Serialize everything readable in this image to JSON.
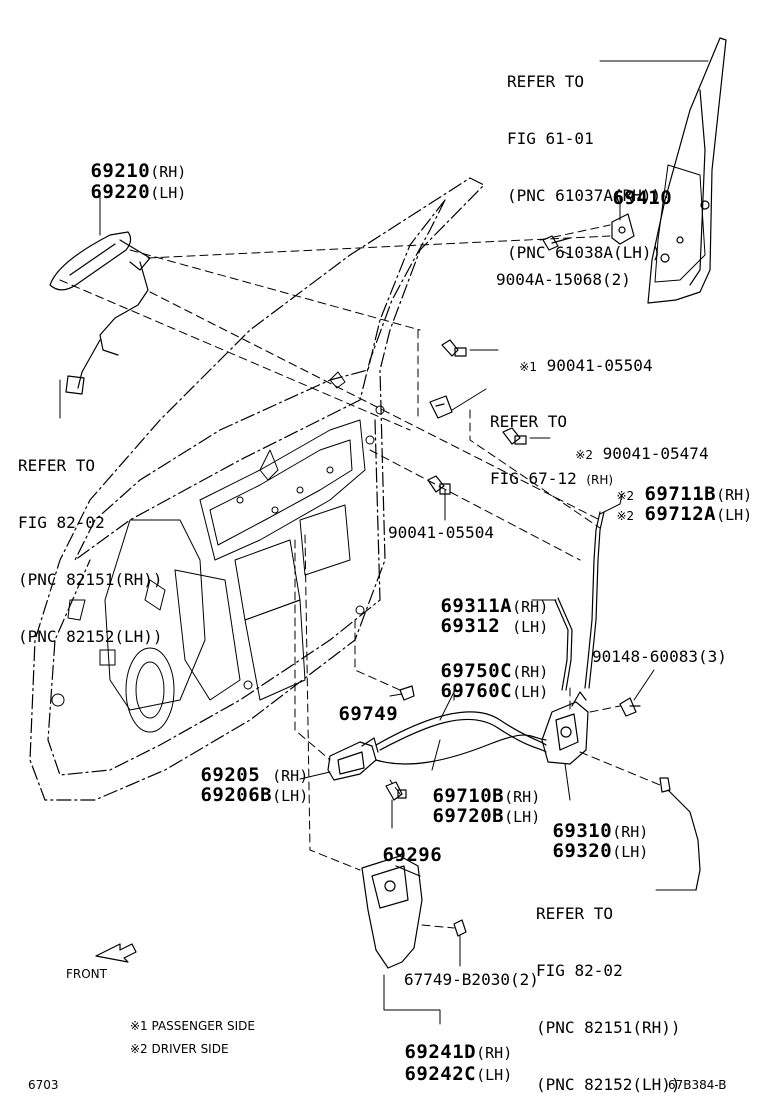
{
  "refs": {
    "window_frame": [
      "REFER TO",
      "FIG 61-01",
      "(PNC 61037A(RH))",
      "(PNC 61038A(LH))"
    ],
    "wire_left": [
      "REFER TO",
      "FIG 82-02",
      "(PNC 82151(RH))",
      "(PNC 82152(LH))"
    ],
    "fig_67": [
      "REFER TO",
      "FIG 67-12"
    ],
    "fig_67_suffix": "(RH)",
    "wire_right": [
      "REFER TO",
      "FIG 82-02",
      "(PNC 82151(RH))",
      "(PNC 82152(LH))"
    ]
  },
  "parts": {
    "p69210": {
      "num": "69210",
      "suf": "(RH)"
    },
    "p69220": {
      "num": "69220",
      "suf": "(LH)"
    },
    "p69410": {
      "num": "69410"
    },
    "p9004a": "9004A-15068(2)",
    "p90041_a": {
      "mark": "※1",
      "num": "90041-05504"
    },
    "p90041_b": {
      "mark": "※2",
      "num": "90041-05474"
    },
    "p90041_c": "90041-05504",
    "p69711b": {
      "mark": "※2",
      "num": "69711B",
      "suf": "(RH)"
    },
    "p69712a": {
      "mark": "※2",
      "num": "69712A",
      "suf": "(LH)"
    },
    "p69311a": {
      "num": "69311A",
      "suf": "(RH)"
    },
    "p69312": {
      "num": "69312 ",
      "suf": "(LH)"
    },
    "p90148": "90148-60083(3)",
    "p69750c": {
      "num": "69750C",
      "suf": "(RH)"
    },
    "p69760c": {
      "num": "69760C",
      "suf": "(LH)"
    },
    "p69749": {
      "num": "69749"
    },
    "p69205": {
      "num": "69205 ",
      "suf": "(RH)"
    },
    "p69206b": {
      "num": "69206B",
      "suf": "(LH)"
    },
    "p69710b": {
      "num": "69710B",
      "suf": "(RH)"
    },
    "p69720b": {
      "num": "69720B",
      "suf": "(LH)"
    },
    "p69296": {
      "num": "69296"
    },
    "p69310": {
      "num": "69310",
      "suf": "(RH)"
    },
    "p69320": {
      "num": "69320",
      "suf": "(LH)"
    },
    "p67749": "67749-B2030(2)",
    "p69241d": {
      "num": "69241D",
      "suf": "(RH)"
    },
    "p69242c": {
      "num": "69242C",
      "suf": "(LH)"
    }
  },
  "legend": {
    "front": "FRONT",
    "note1": "※1 PASSENGER SIDE",
    "note2": "※2 DRIVER SIDE"
  },
  "footer": {
    "left": "6703",
    "right": "67B384-B"
  }
}
